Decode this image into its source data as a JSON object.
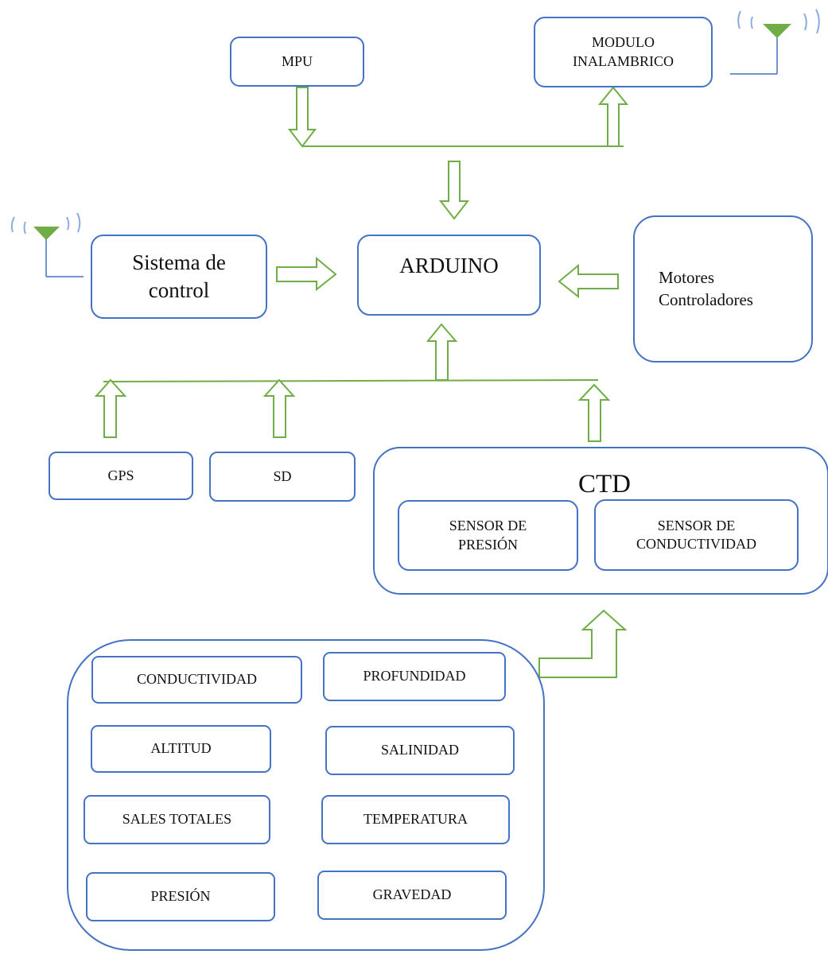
{
  "colors": {
    "box_border": "#4472C4",
    "arrow": "#70AD47",
    "antenna": "#70AD47",
    "signal": "#8FAADC"
  },
  "blocks": {
    "mpu": "MPU",
    "modulo_line1": "MODULO",
    "modulo_line2": "INALAMBRICO",
    "arduino": "ARDUINO",
    "sistema_line1": "Sistema de",
    "sistema_line2": "control",
    "motores_line1": "Motores",
    "motores_line2": "Controladores",
    "gps": "GPS",
    "sd": "SD",
    "ctd": "CTD",
    "sensor_presion_line1": "SENSOR DE",
    "sensor_presion_line2": "PRESIÓN",
    "sensor_cond_line1": "SENSOR DE",
    "sensor_cond_line2": "CONDUCTIVIDAD"
  },
  "variables": {
    "conductividad": "CONDUCTIVIDAD",
    "profundidad": "PROFUNDIDAD",
    "altitud": "ALTITUD",
    "salinidad": "SALINIDAD",
    "sales_totales": "SALES TOTALES",
    "temperatura": "TEMPERATURA",
    "presion": "PRESIÓN",
    "gravedad": "GRAVEDAD"
  },
  "icons": [
    "antenna-icon",
    "block-arrow-icon"
  ]
}
